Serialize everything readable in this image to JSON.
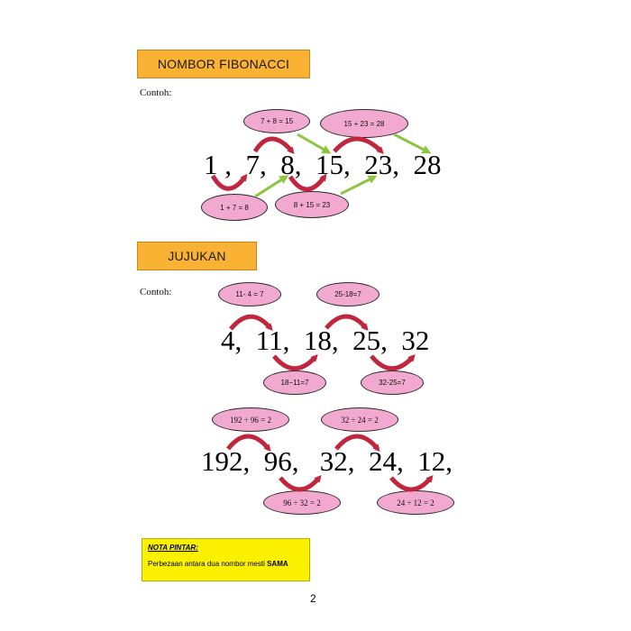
{
  "section1": {
    "title": "NOMBOR FIBONACCI",
    "example_label": "Contoh:",
    "sequence": "1 ,  7,  8,  15,  23,  28",
    "ovals": [
      "7 + 8 = 15",
      "15 + 23 = 28",
      "1 + 7 = 8",
      "8 + 15 = 23"
    ]
  },
  "section2": {
    "title": "JUJUKAN",
    "example_label": "Contoh:",
    "sequence_a": "4,  11,  18,  25,  32",
    "ovals_a": [
      "11- 4 = 7",
      "25-18=7",
      "18−11=7",
      "32-25=7"
    ],
    "sequence_b": "192,  96,   32,  24,  12,",
    "ovals_b": [
      "192 ÷ 96 = 2",
      "32 ÷ 24 = 2",
      "96 ÷ 32 = 2",
      "24 ÷ 12 = 2"
    ]
  },
  "note": {
    "title": "NOTA PINTAR:",
    "body_prefix": "Perbezaan antara dua nombor mesti ",
    "body_emphasis": "SAMA"
  },
  "page_number": "2",
  "colors": {
    "banner": "#f9b233",
    "oval": "#f2a9cf",
    "arrow_red": "#c0263d",
    "arrow_green": "#8cc63f",
    "note_bg": "#fbf000"
  }
}
